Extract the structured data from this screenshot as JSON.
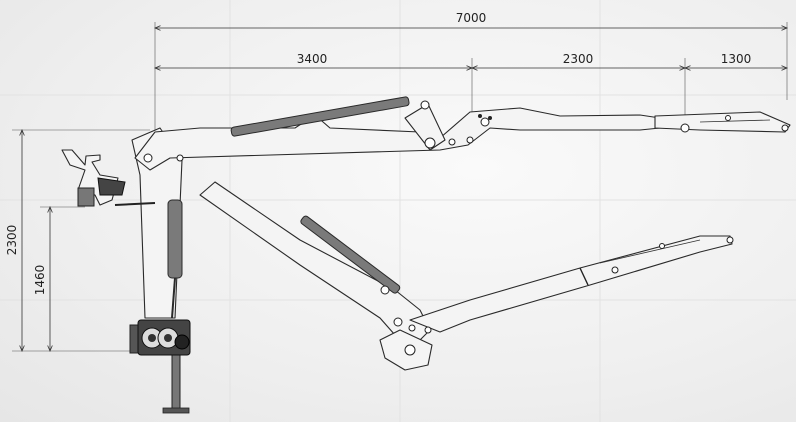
{
  "dimensions": {
    "total_length": "7000",
    "segment_1": "3400",
    "segment_2": "2300",
    "segment_3": "1300",
    "total_height": "2300",
    "lower_height": "1460"
  }
}
